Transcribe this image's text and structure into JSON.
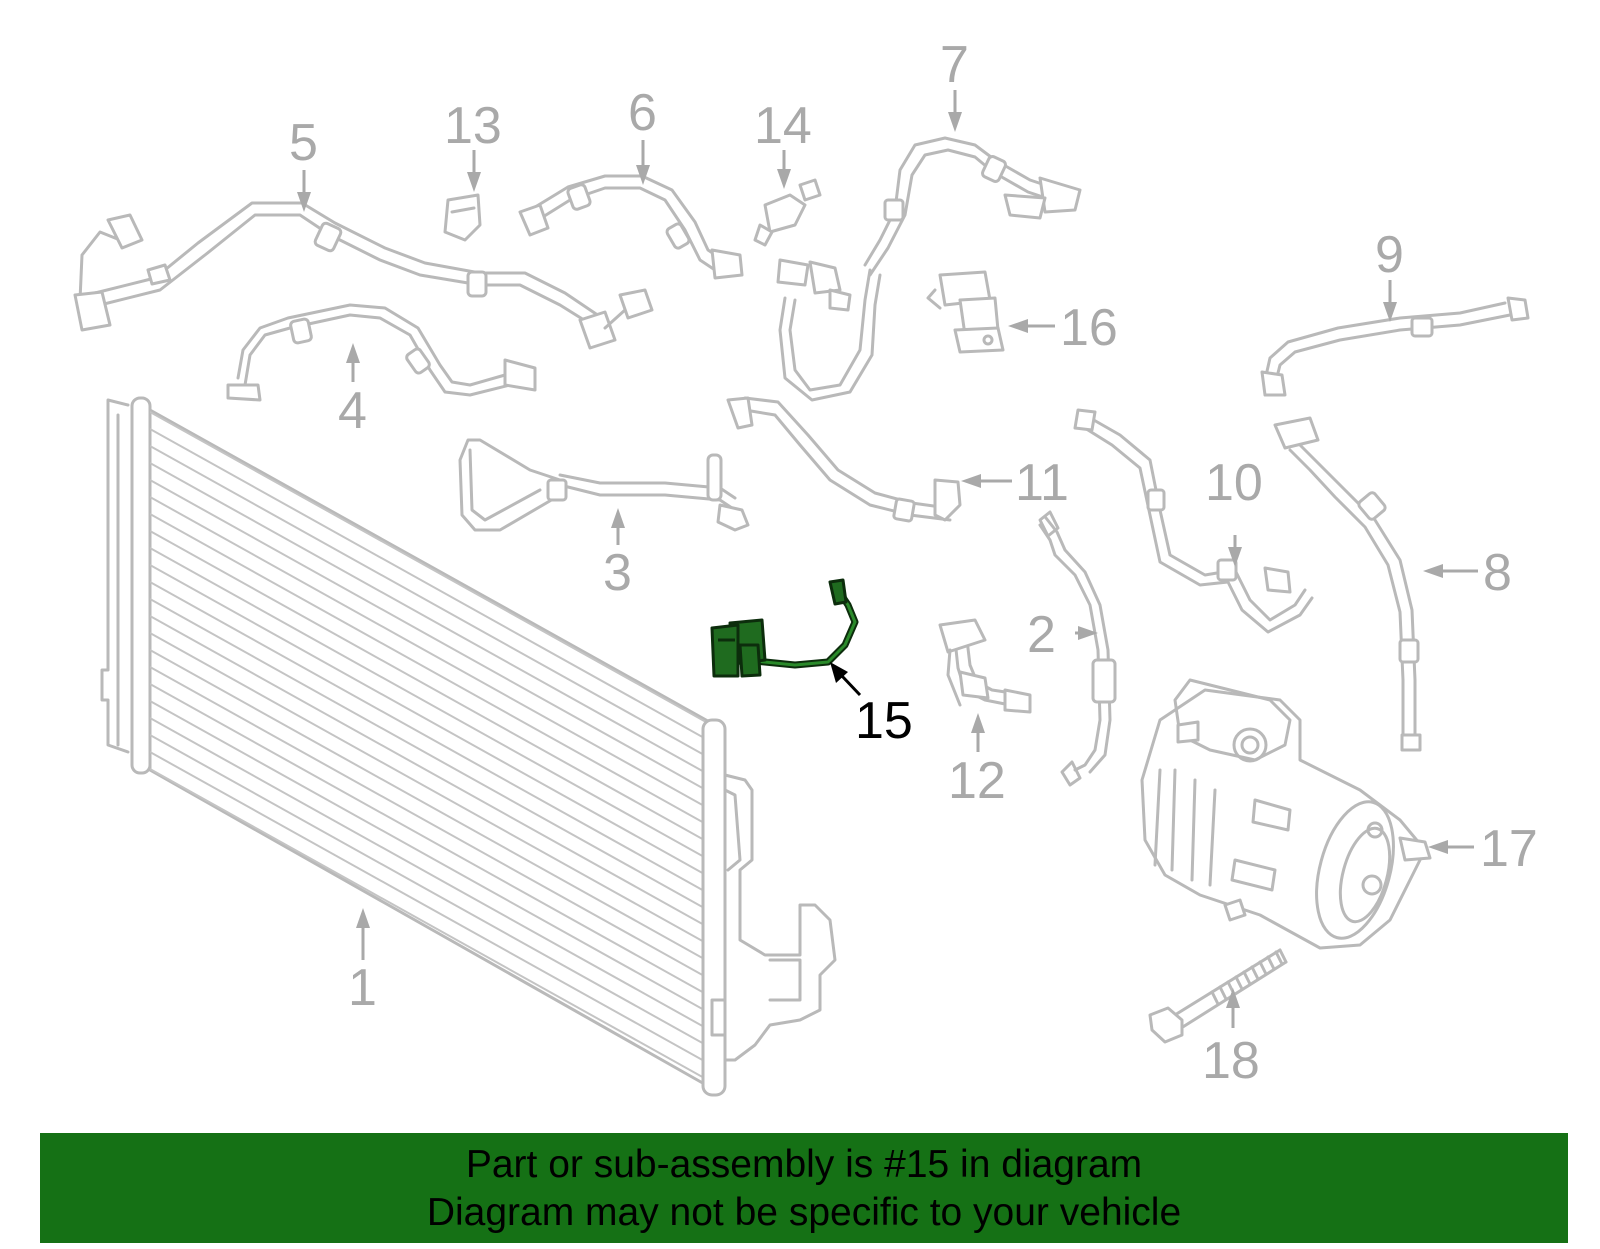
{
  "diagram": {
    "highlight_color": "#157115",
    "highlighted_part": "15",
    "callouts": [
      {
        "id": "c1",
        "label": "1"
      },
      {
        "id": "c2",
        "label": "2"
      },
      {
        "id": "c3",
        "label": "3"
      },
      {
        "id": "c4",
        "label": "4"
      },
      {
        "id": "c5",
        "label": "5"
      },
      {
        "id": "c6",
        "label": "6"
      },
      {
        "id": "c7",
        "label": "7"
      },
      {
        "id": "c8",
        "label": "8"
      },
      {
        "id": "c9",
        "label": "9"
      },
      {
        "id": "c10",
        "label": "10"
      },
      {
        "id": "c11",
        "label": "11"
      },
      {
        "id": "c12",
        "label": "12"
      },
      {
        "id": "c13",
        "label": "13"
      },
      {
        "id": "c14",
        "label": "14"
      },
      {
        "id": "c15",
        "label": "15"
      },
      {
        "id": "c16",
        "label": "16"
      },
      {
        "id": "c17",
        "label": "17"
      },
      {
        "id": "c18",
        "label": "18"
      }
    ]
  },
  "banner": {
    "line1": "Part or sub-assembly is #15 in diagram",
    "line2": "Diagram may not be specific to your vehicle",
    "background_color": "#157115"
  }
}
